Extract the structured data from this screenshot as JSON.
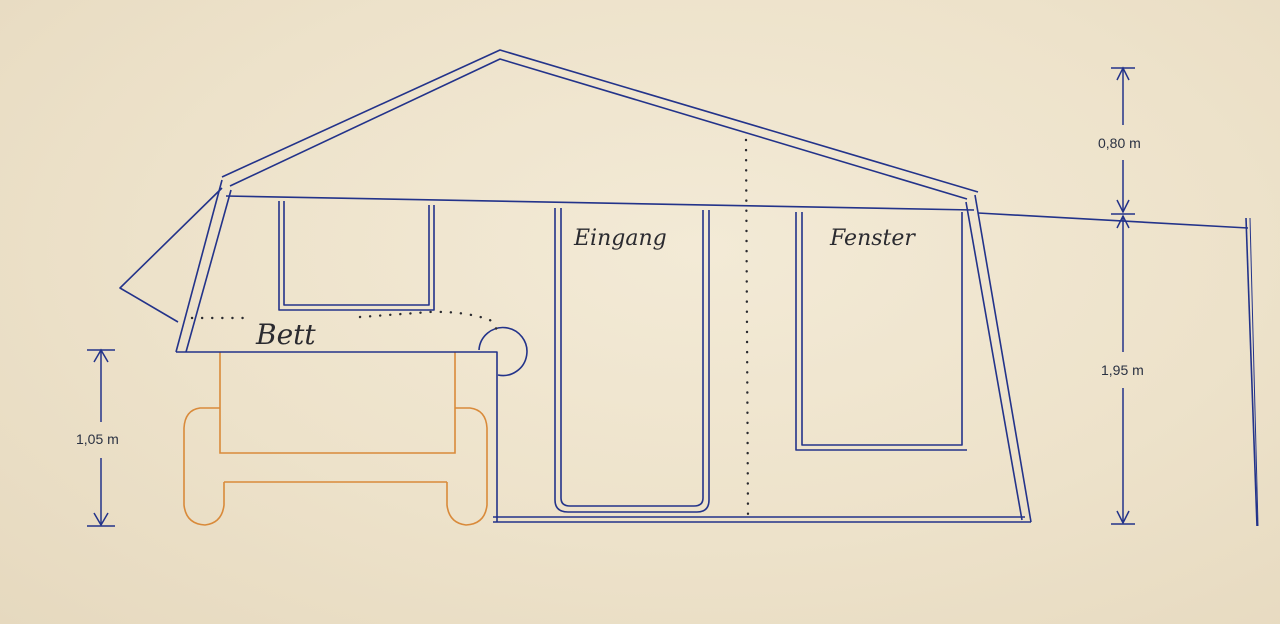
{
  "labels": {
    "bed": "Bett",
    "entrance": "Eingang",
    "window": "Fenster"
  },
  "dimensions": {
    "roof_height": "0,80 m",
    "wall_height": "1,95 m",
    "vehicle_height": "1,05 m"
  },
  "colors": {
    "paper": "#efe4cd",
    "line": "#23338a",
    "vehicle": "#d98a3a",
    "handwriting": "#2b2b30",
    "dimension_text": "#2a3142"
  }
}
